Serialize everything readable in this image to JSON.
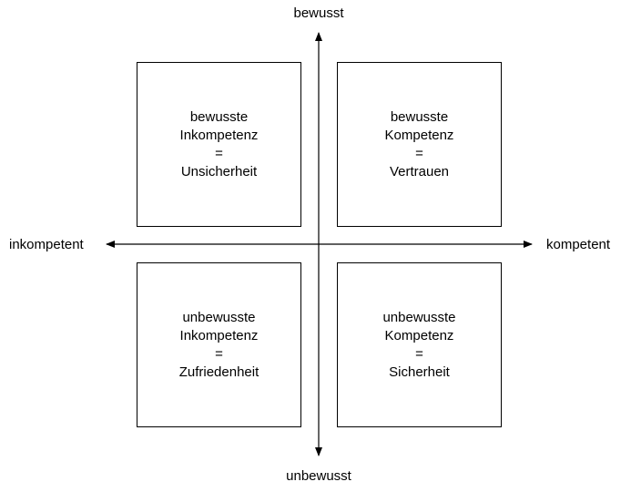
{
  "axes": {
    "top": "bewusst",
    "bottom": "unbewusst",
    "left": "inkompetent",
    "right": "kompetent"
  },
  "quadrants": {
    "top_left": [
      "bewusste",
      "Inkompetenz",
      "=",
      "Unsicherheit"
    ],
    "top_right": [
      "bewusste",
      "Kompetenz",
      "=",
      "Vertrauen"
    ],
    "bottom_left": [
      "unbewusste",
      "Inkompetenz",
      "=",
      "Zufriedenheit"
    ],
    "bottom_right": [
      "unbewusste",
      "Kompetenz",
      "=",
      "Sicherheit"
    ]
  }
}
